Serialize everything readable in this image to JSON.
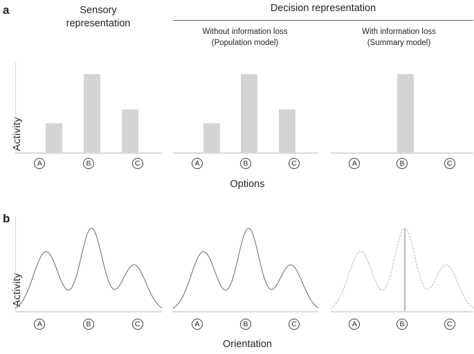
{
  "figure": {
    "panels": [
      {
        "letter": "a"
      },
      {
        "letter": "b"
      }
    ],
    "headers": {
      "sensory": "Sensory\nrepresentation",
      "decision": "Decision representation",
      "without_loss": "Without information loss\n(Population model)",
      "with_loss": "With information loss\n(Summary model)"
    },
    "axis_titles": {
      "activity": "Activity",
      "options": "Options",
      "orientation": "Orientation"
    },
    "tick_labels": [
      "A",
      "B",
      "C"
    ]
  },
  "chart_data": [
    {
      "id": "panel-a-sensory",
      "type": "bar",
      "title": "Sensory representation",
      "categories": [
        "A",
        "B",
        "C"
      ],
      "values": [
        37,
        100,
        55
      ],
      "xlabel": "Options",
      "ylabel": "Activity",
      "ylim": [
        0,
        115
      ],
      "grid": false,
      "bar_color": "#d3d4d6",
      "axes": {
        "y_axis_visible": true,
        "x_axis_visible": true
      }
    },
    {
      "id": "panel-a-population",
      "type": "bar",
      "title": "Without information loss (Population model)",
      "categories": [
        "A",
        "B",
        "C"
      ],
      "values": [
        37,
        100,
        55
      ],
      "xlabel": "Options",
      "ylabel": "Activity",
      "ylim": [
        0,
        115
      ],
      "grid": false,
      "bar_color": "#d3d4d6",
      "axes": {
        "y_axis_visible": false,
        "x_axis_visible": true
      }
    },
    {
      "id": "panel-a-summary",
      "type": "bar",
      "title": "With information loss (Summary model)",
      "categories": [
        "A",
        "B",
        "C"
      ],
      "values": [
        0,
        100,
        0
      ],
      "xlabel": "Options",
      "ylabel": "Activity",
      "ylim": [
        0,
        115
      ],
      "grid": false,
      "bar_color": "#d3d4d6",
      "axes": {
        "y_axis_visible": false,
        "x_axis_visible": true
      }
    },
    {
      "id": "panel-b-sensory",
      "type": "line",
      "title": "Sensory representation",
      "xlabel": "Orientation",
      "ylabel": "Activity",
      "tick_categories": [
        "A",
        "B",
        "C"
      ],
      "line_style": "solid",
      "line_color": "#6d6e71",
      "peaks": [
        {
          "label": "A",
          "center": 0.21,
          "height": 72,
          "width": 0.085
        },
        {
          "label": "B",
          "center": 0.52,
          "height": 100,
          "width": 0.075
        },
        {
          "label": "C",
          "center": 0.81,
          "height": 56,
          "width": 0.082
        }
      ],
      "ylim": [
        0,
        115
      ],
      "grid": false,
      "axes": {
        "y_axis_visible": true,
        "x_axis_visible": true
      }
    },
    {
      "id": "panel-b-population",
      "type": "line",
      "title": "Without information loss (Population model)",
      "xlabel": "Orientation",
      "ylabel": "Activity",
      "tick_categories": [
        "A",
        "B",
        "C"
      ],
      "line_style": "solid",
      "line_color": "#6d6e71",
      "peaks": [
        {
          "label": "A",
          "center": 0.21,
          "height": 72,
          "width": 0.085
        },
        {
          "label": "B",
          "center": 0.52,
          "height": 100,
          "width": 0.075
        },
        {
          "label": "C",
          "center": 0.81,
          "height": 56,
          "width": 0.082
        }
      ],
      "ylim": [
        0,
        115
      ],
      "grid": false,
      "axes": {
        "y_axis_visible": false,
        "x_axis_visible": true
      }
    },
    {
      "id": "panel-b-summary",
      "type": "line",
      "title": "With information loss (Summary model)",
      "xlabel": "Orientation",
      "ylabel": "Activity",
      "tick_categories": [
        "A",
        "B",
        "C"
      ],
      "line_style": "dotted",
      "line_color": "#b7b7b9",
      "peaks": [
        {
          "label": "A",
          "center": 0.21,
          "height": 72,
          "width": 0.085
        },
        {
          "label": "B",
          "center": 0.52,
          "height": 100,
          "width": 0.075
        },
        {
          "label": "C",
          "center": 0.81,
          "height": 56,
          "width": 0.082
        }
      ],
      "readout_marker": {
        "at": "B",
        "style": "solid-vertical-line",
        "color": "#8a8a8c"
      },
      "ylim": [
        0,
        115
      ],
      "grid": false,
      "axes": {
        "y_axis_visible": false,
        "x_axis_visible": true
      }
    }
  ]
}
